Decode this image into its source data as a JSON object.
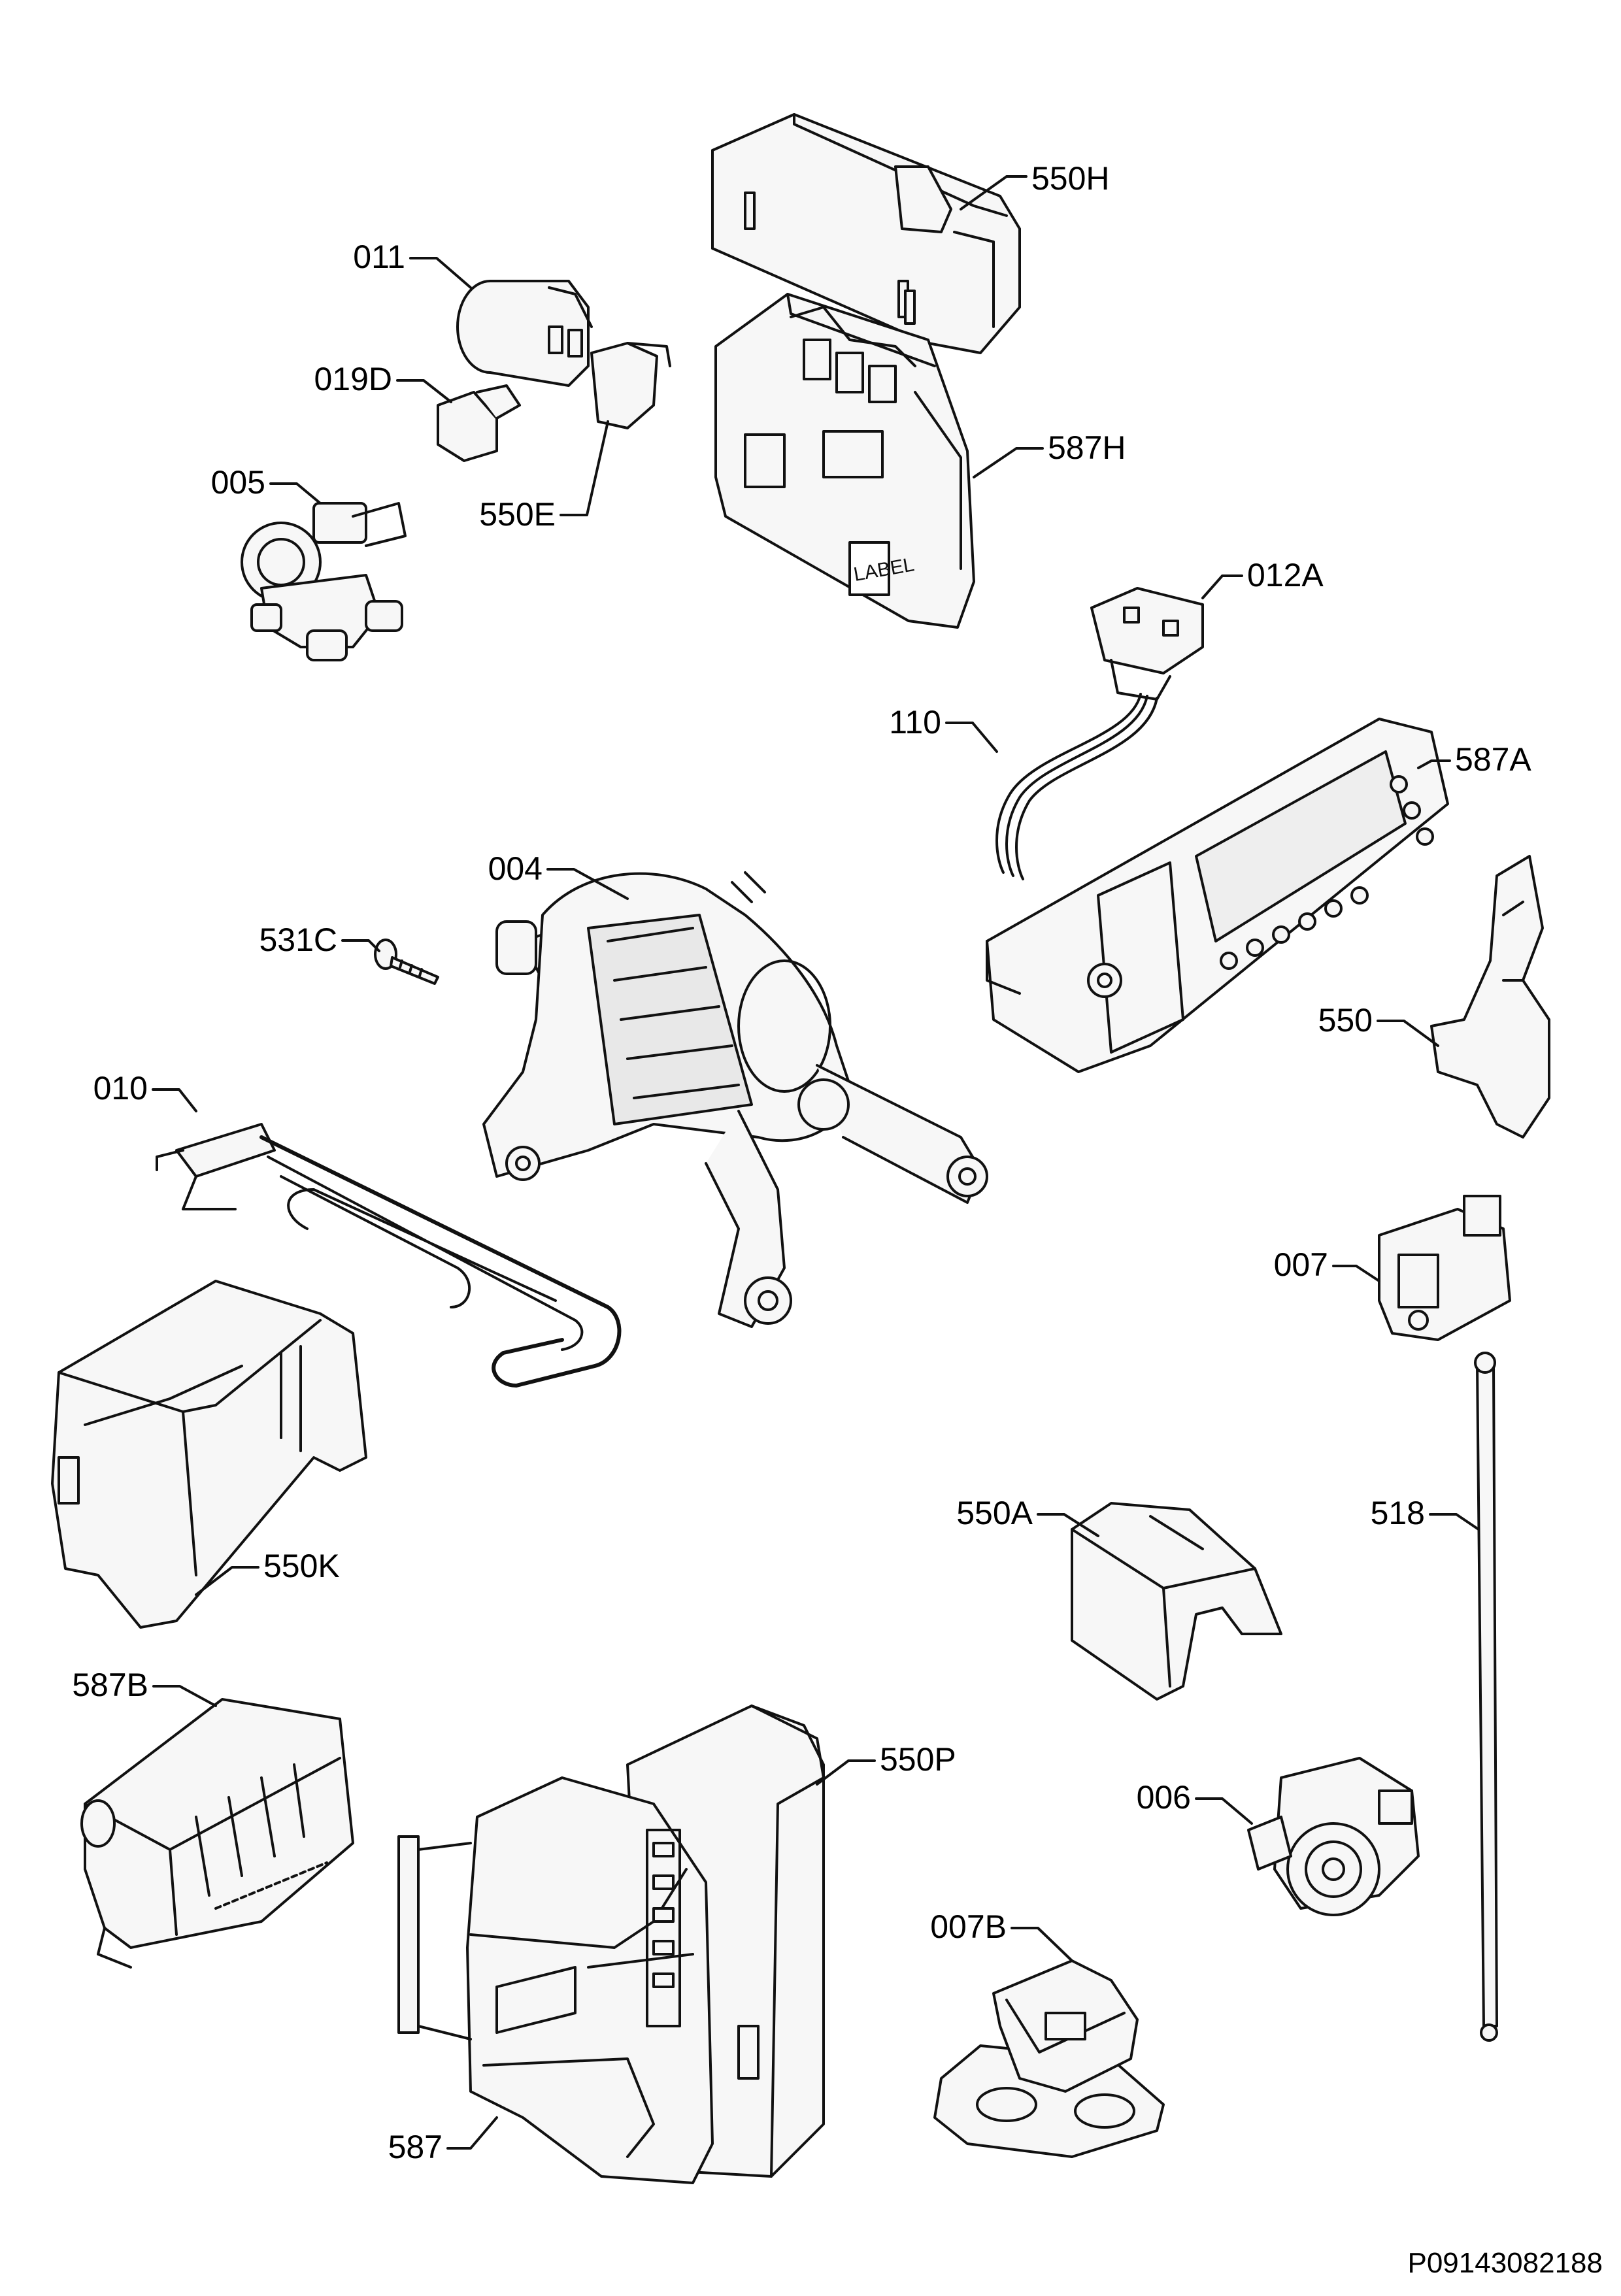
{
  "labels": {
    "p550H": "550H",
    "p011": "011",
    "p019D": "019D",
    "p550E": "550E",
    "p587H": "587H",
    "p005": "005",
    "p012A": "012A",
    "p110": "110",
    "p587A": "587A",
    "p004": "004",
    "p531C": "531C",
    "p550": "550",
    "p010": "010",
    "p007": "007",
    "p518": "518",
    "p550A": "550A",
    "p550K": "550K",
    "p587B": "587B",
    "p550P": "550P",
    "p006": "006",
    "p007B": "007B",
    "p587": "587"
  },
  "part_tags": {
    "label_sticker": "LABEL"
  },
  "document_id": "P09143082188"
}
